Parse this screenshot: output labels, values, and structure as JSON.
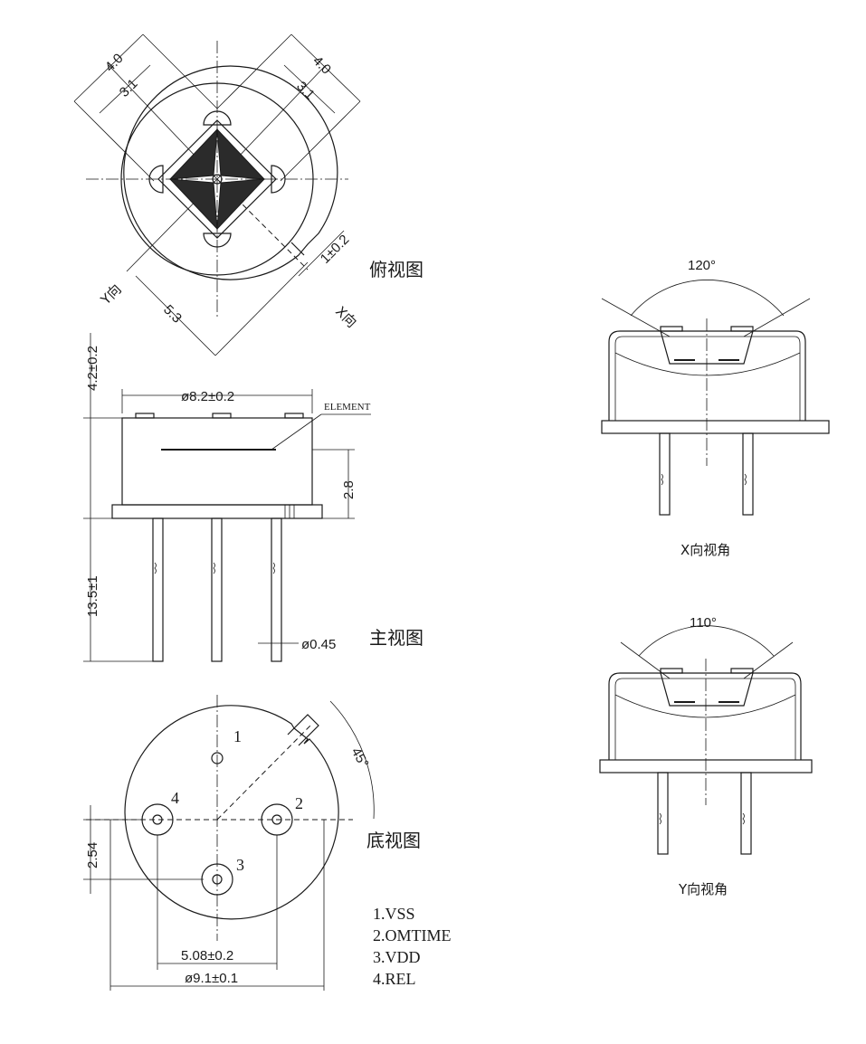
{
  "top_view": {
    "title": "俯视图",
    "dim_left_outer": "4.0",
    "dim_left_inner": "3.1",
    "dim_right_outer": "4.0",
    "dim_right_inner": "3.1",
    "dim_slot": "1±0.2",
    "dim_diag": "5.3",
    "y_dir": "Y向",
    "x_dir": "X向"
  },
  "front_view": {
    "title": "主视图",
    "dim_cap_height": "4.2±0.2",
    "dim_diameter": "ø8.2±0.2",
    "element_label": "ELEMENT",
    "dim_flange": "2.8",
    "dim_lead_length": "13.5±1",
    "dim_lead_dia": "ø0.45"
  },
  "bottom_view": {
    "title": "底视图",
    "angle": "45°",
    "pin1": "1",
    "pin2": "2",
    "pin3": "3",
    "pin4": "4",
    "dim_pitch": "2.54",
    "dim_spacing": "5.08±0.2",
    "dim_outer": "ø9.1±0.1"
  },
  "pin_list": [
    "1.VSS",
    "2.OMTIME",
    "3.VDD",
    "4.REL"
  ],
  "x_view": {
    "angle": "120°",
    "caption": "X向视角"
  },
  "y_view": {
    "angle": "110°",
    "caption": "Y向视角"
  }
}
